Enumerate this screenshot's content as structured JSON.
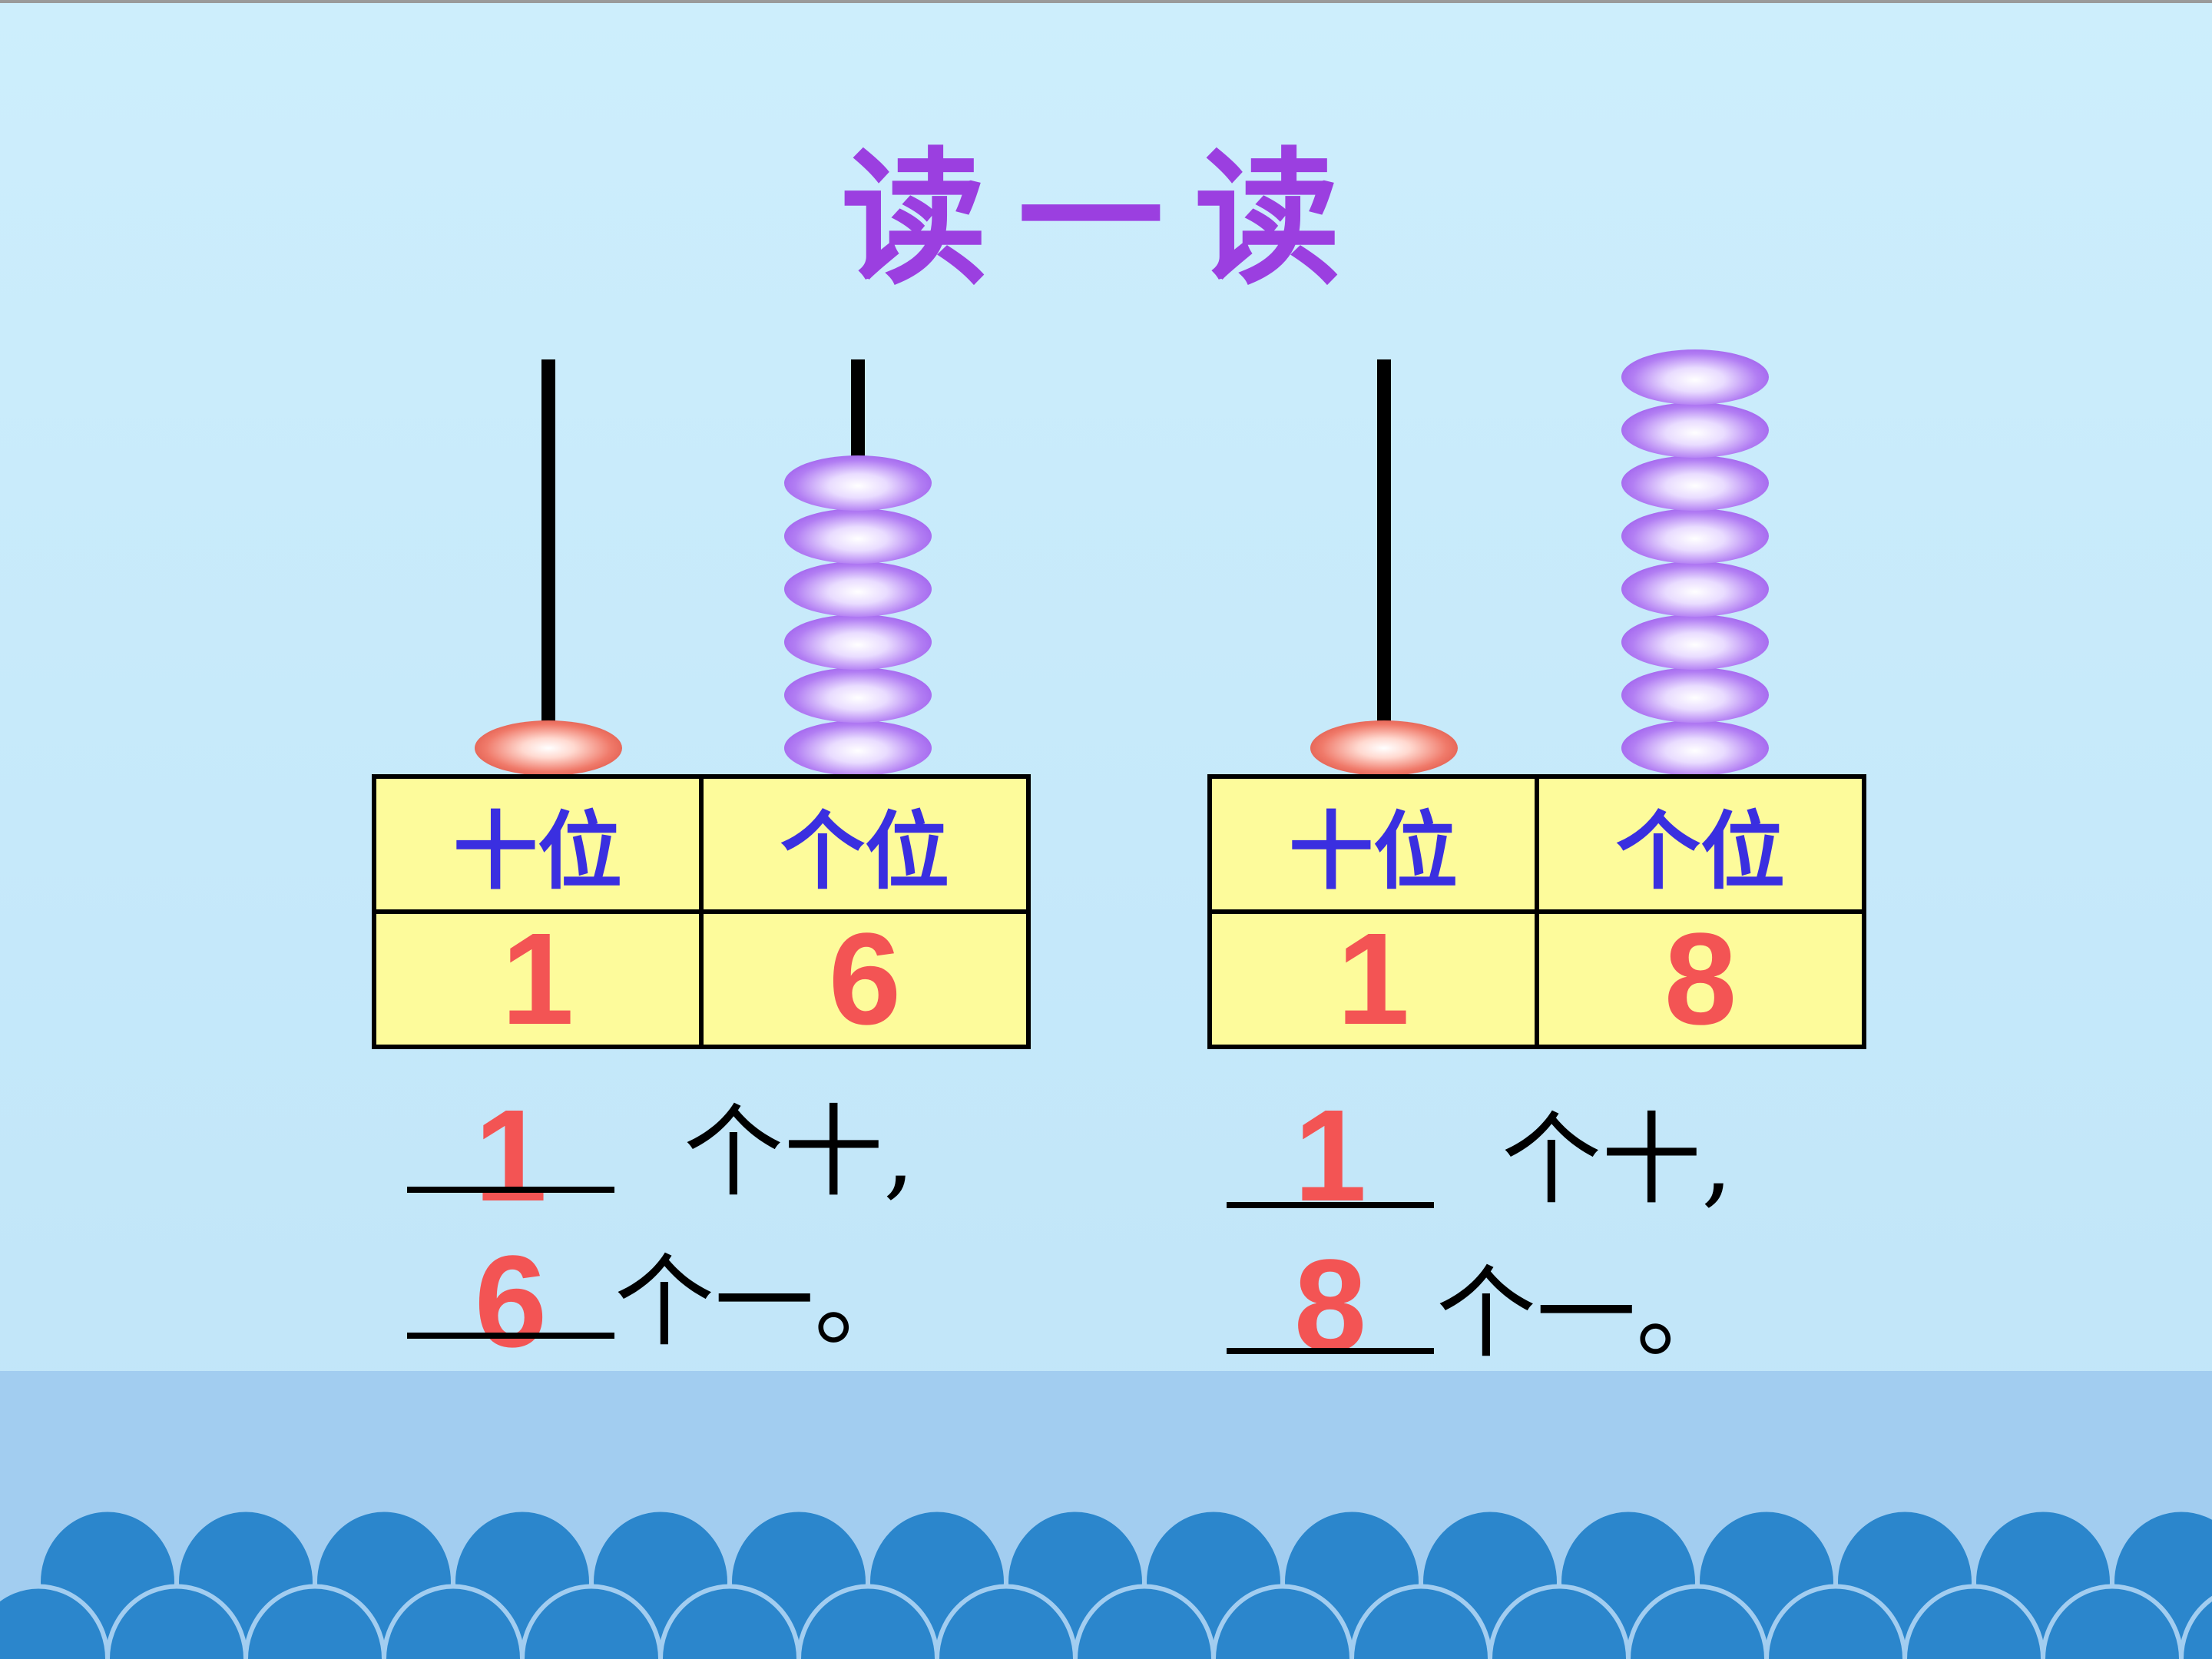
{
  "title": "读一读",
  "left": {
    "tens_header": "十位",
    "ones_header": "个位",
    "tens_value": "1",
    "ones_value": "6",
    "tens_beads": 1,
    "ones_beads": 6,
    "sentence1_suffix": "个十,",
    "sentence2_suffix": "个一。",
    "answer_tens": "1",
    "answer_ones": "6"
  },
  "right": {
    "tens_header": "十位",
    "ones_header": "个位",
    "tens_value": "1",
    "ones_value": "8",
    "tens_beads": 1,
    "ones_beads": 8,
    "sentence1_suffix": "个十,",
    "sentence2_suffix": "个一。",
    "answer_tens": "1",
    "answer_ones": "8"
  },
  "colors": {
    "title": "#9b3fe0",
    "header_text": "#3a2fe0",
    "number": "#f35454",
    "table_fill": "#fdfb9b",
    "ones_bead": "#8a3fe6",
    "tens_bead": "#cf3a2e",
    "wave": "#2b86cc"
  }
}
